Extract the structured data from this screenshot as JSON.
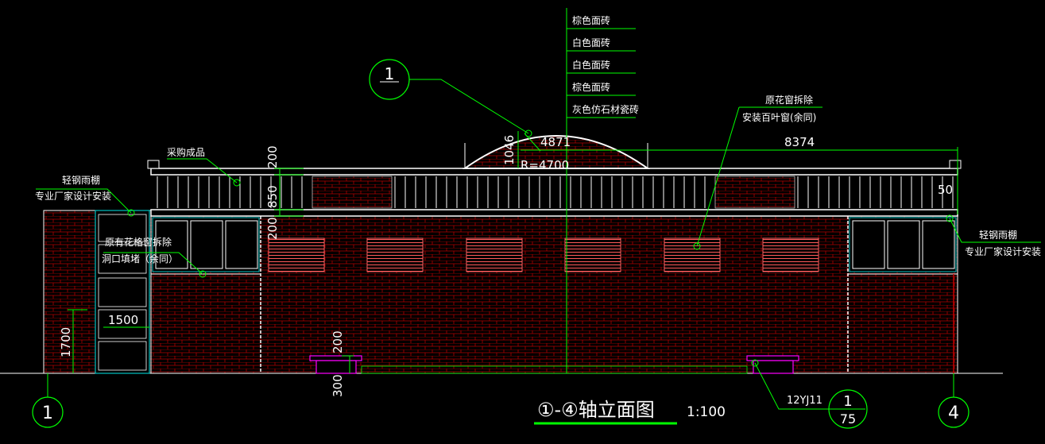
{
  "drawing": {
    "title": "①-④轴立面图",
    "scale": "1:100",
    "axis_start": "1",
    "axis_end": "4",
    "detail_ref": {
      "top": "1",
      "bottom": "75"
    },
    "detail_spec": "12YJ11",
    "section_mark": "1"
  },
  "material_notes": [
    "棕色面砖",
    "白色面砖",
    "白色面砖",
    "棕色面砖",
    "灰色仿石材瓷砖"
  ],
  "notes": {
    "canopy_left_1": "轻钢雨棚",
    "canopy_left_2": "专业厂家设计安装",
    "canopy_right_1": "轻钢雨棚",
    "canopy_right_2": "专业厂家设计安装",
    "purchased": "采购成品",
    "window_demolish_1": "原有花格窗拆除",
    "window_demolish_2": "洞口填堵（余同）",
    "louver_1": "原花窗拆除",
    "louver_2": "安装百叶窗(余同)"
  },
  "dimensions": {
    "d200_top": "200",
    "d850": "850",
    "d200_mid": "200",
    "d1046": "1046",
    "radius": "R=4700",
    "d4871": "4871",
    "d8374": "8374",
    "d50": "50",
    "d1700": "1700",
    "d1500": "1500",
    "d200_step": "200",
    "d300_step": "300"
  },
  "colors": {
    "background": "#000000",
    "brick": "#c00000",
    "dimension": "#00ff00",
    "outline": "#ffffff",
    "window": "#00c0c0",
    "louver": "#ff6060",
    "step": "#ff00ff"
  }
}
